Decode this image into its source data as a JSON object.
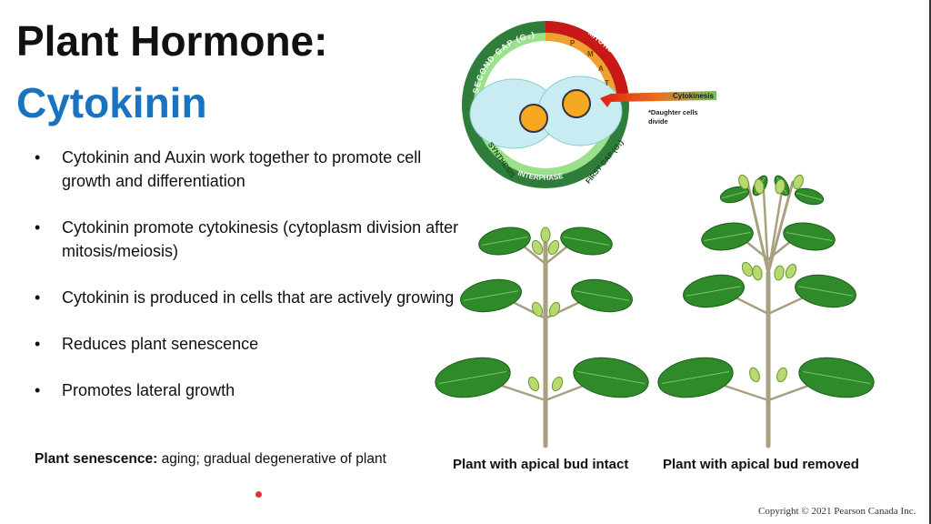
{
  "slide": {
    "title_line1": "Plant Hormone:",
    "title_line2": "Cytokinin",
    "bullets": [
      "Cytokinin and Auxin work together to promote cell growth and differentiation",
      "Cytokinin promote cytokinesis (cytoplasm division after mitosis/meiosis)",
      "Cytokinin is produced in cells that are actively growing",
      "Reduces plant senescence",
      "Promotes lateral growth"
    ],
    "note_term": "Plant senescence:",
    "note_text": " aging; gradual degenerative of plant",
    "copyright": "Copyright © 2021 Pearson Canada Inc."
  },
  "cell_cycle": {
    "second_gap": "SECOND GAP (G₂)",
    "mitotic_phase": "MITOTIC PHASE",
    "phases": [
      "P",
      "M",
      "A",
      "T"
    ],
    "synthesis": "SYNTHESIS",
    "first_gap": "FIRST GAP (G₁)",
    "interphase": "INTERPHASE",
    "cytokinesis": "Cytokinesis",
    "daughter_note_1": "*Daughter cells",
    "daughter_note_2": "divide"
  },
  "plants": {
    "left_caption": "Plant with apical bud intact",
    "right_caption": "Plant with apical bud removed"
  },
  "colors": {
    "title_blue": "#1a73c0",
    "ring_dark": "#2e7d3a",
    "ring_light": "#9be08a",
    "mitotic_red": "#d01818"
  }
}
